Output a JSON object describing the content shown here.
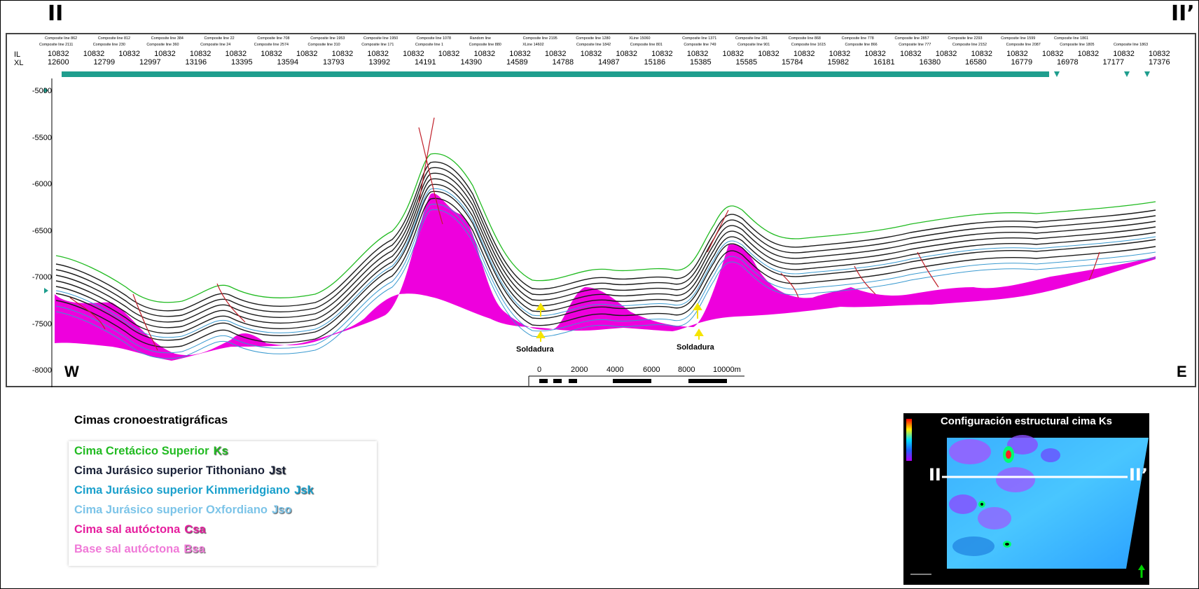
{
  "section": {
    "label_left": "II",
    "label_right": "II’",
    "header": {
      "composite_row1": [
        "Composite line 862",
        "Composite line 812",
        "Composite line 384",
        "Composite line 22",
        "Composite line 708",
        "Composite line 1953",
        "Composite line 1950",
        "Composite line 1078",
        "Random line",
        "Composite line 2195",
        "Composite line 1280",
        "XLine 15060",
        "Composite line 1371",
        "Composite line 281",
        "Composite line 868",
        "Composite line 778",
        "Composite line 2857",
        "Composite line 2293",
        "Composite line 1599",
        "Composite line 1861"
      ],
      "composite_row2": [
        "Composite line 2111",
        "Composite line 230",
        "Composite line 360",
        "Composite line 24",
        "Composite line 2574",
        "Composite line 310",
        "Composite line 171",
        "Composite line 1",
        "Composite line 880",
        "XLine 14602",
        "Composite line 1842",
        "Composite line 801",
        "Composite line 749",
        "Composite line 901",
        "Composite line 1615",
        "Composite line 866",
        "Composite line 777",
        "Composite line 2152",
        "Composite line 2087",
        "Composite line 1805",
        "Composite line 1863"
      ],
      "il_label": "IL",
      "xl_label": "XL",
      "il_values": [
        "10832",
        "10832",
        "10832",
        "10832",
        "10832",
        "10832",
        "10832",
        "10832",
        "10832",
        "10832",
        "10832",
        "10832",
        "10832",
        "10832",
        "10832",
        "10832",
        "10832",
        "10832",
        "10832",
        "10832",
        "10832",
        "10832",
        "10832",
        "10832",
        "10832",
        "10832",
        "10832",
        "10832",
        "10832",
        "10832",
        "10832",
        "10832"
      ],
      "xl_values": [
        "12600",
        "12799",
        "12997",
        "13196",
        "13395",
        "13594",
        "13793",
        "13992",
        "14191",
        "14390",
        "14589",
        "14788",
        "14987",
        "15186",
        "15385",
        "15585",
        "15784",
        "15982",
        "16181",
        "16380",
        "16580",
        "16779",
        "16978",
        "17177",
        "17376"
      ]
    },
    "y_ticks": [
      "-5000",
      "-5500",
      "-6000",
      "-6500",
      "-7000",
      "-7500",
      "-8000"
    ],
    "west": "W",
    "east": "E",
    "weld_label": "Soldadura",
    "scale_labels": [
      "0",
      "2000",
      "4000",
      "6000",
      "8000",
      "10000m"
    ]
  },
  "legend": {
    "title": "Cimas cronoestratigráficas",
    "items": [
      {
        "text": "Cima Cretácico Superior",
        "code": "Ks",
        "color": "#22bb22"
      },
      {
        "text": "Cima Jurásico superior Tithoniano",
        "code": "Jst",
        "color": "#1a2238"
      },
      {
        "text": "Cima Jurásico superior Kimmeridgiano",
        "code": "Jsk",
        "color": "#1aa0cc"
      },
      {
        "text": "Cima Jurásico superior Oxfordiano",
        "code": "Jso",
        "color": "#7cc4e8"
      },
      {
        "text": "Cima sal autóctona",
        "code": "Csa",
        "color": "#e61e9e"
      },
      {
        "text": "Base sal autóctona",
        "code": "Bsa",
        "color": "#f07ad8"
      }
    ]
  },
  "inset": {
    "title": "Configuración estructural cima Ks",
    "left_mark": "II",
    "right_mark": "II’"
  }
}
